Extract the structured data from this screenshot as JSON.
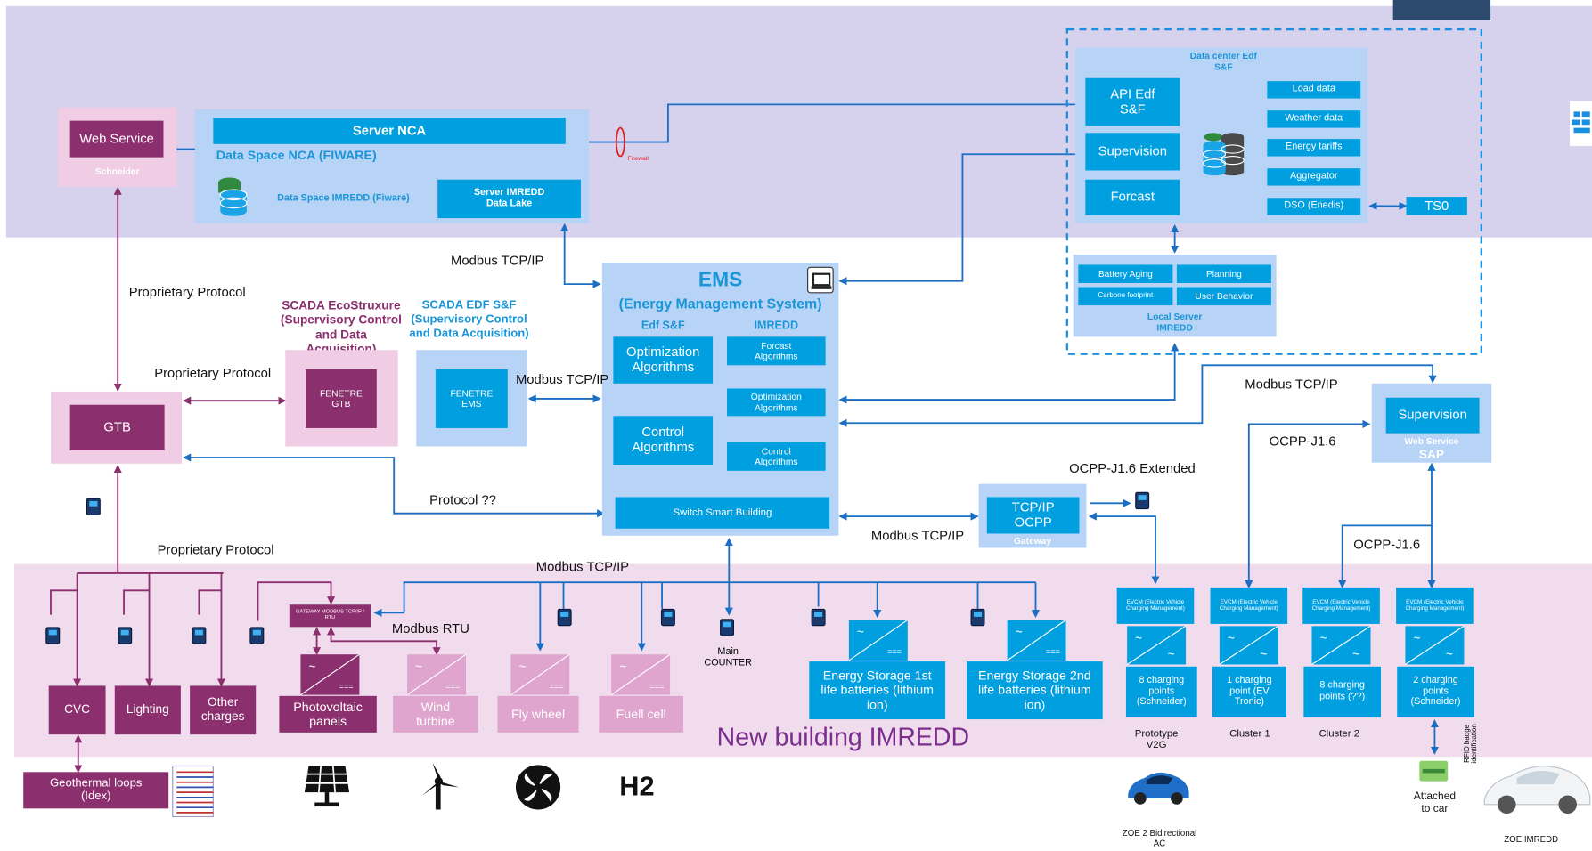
{
  "colors": {
    "top_band": "#d6d1ed",
    "bottom_band": "#f1dcee",
    "blue_box": "#009fe0",
    "purple_box": "#8c2f6e",
    "light_pink_box": "#dfa5cf",
    "blue_panel": "#b7d3f6",
    "blue_line": "#1a6fc4",
    "purple_line": "#8c2f6e",
    "firewall": "#e02020"
  },
  "web_service": {
    "title": "Web Service",
    "sub": "Schneider"
  },
  "server_nca": {
    "server_label": "Server NCA",
    "space_label": "Data Space NCA (FIWARE)",
    "imredd_space_label": "Data Space IMREDD (Fiware)",
    "imredd_server_label": "Server IMREDD Data Lake"
  },
  "firewall_label": "Firewall",
  "data_center": {
    "title": "Data center Edf S&F",
    "api": "API Edf S&F",
    "supervision": "Supervision",
    "forcast": "Forcast",
    "inputs": [
      "Load data",
      "Weather data",
      "Energy tariffs",
      "Aggregator",
      "DSO (Enedis)"
    ],
    "tso": "TS0"
  },
  "local_server": {
    "cells": [
      "Battery Aging",
      "Planning",
      "Carbone footprint",
      "User Behavior"
    ],
    "title": "Local Server IMREDD"
  },
  "ems": {
    "title": "EMS",
    "subtitle": "(Energy Management System)",
    "col1_title": "Edf S&F",
    "col2_title": "IMREDD",
    "optimization": "Optimization Algorithms",
    "control": "Control Algorithms",
    "forcast_algo": "Forcast Algorithms",
    "optimization_algo": "Optimization Algorithms",
    "control_algo": "Control Algorithms",
    "switch": "Switch Smart Building"
  },
  "scada_eco": {
    "title": "SCADA EcoStruxure (Supervisory Control and Data Acquisition)",
    "box": "FENETRE GTB"
  },
  "scada_edf": {
    "title": "SCADA EDF S&F (Supervisory Control and Data Acquisition)",
    "box": "FENETRE EMS"
  },
  "gtb": "GTB",
  "gateway": {
    "box": "TCP/IP OCPP",
    "sub": "Gateway"
  },
  "supervision_sap": {
    "box": "Supervision",
    "sub1": "Web Service",
    "sub2": "SAP"
  },
  "labels": {
    "modbus_top": "Modbus TCP/IP",
    "proprietary_1": "Proprietary Protocol",
    "proprietary_2": "Proprietary Protocol",
    "proprietary_3": "Proprietary Protocol",
    "modbus_fenetre": "Modbus TCP/IP",
    "protocol_q": "Protocol ??",
    "modbus_gateway": "Modbus TCP/IP",
    "modbus_bus": "Modbus TCP/IP",
    "modbus_right": "Modbus TCP/IP",
    "ocpp_ext": "OCPP-J1.6 Extended",
    "ocpp_1": "OCPP-J1.6",
    "ocpp_2": "OCPP-J1.6",
    "modbus_rtu": "Modbus RTU",
    "main_counter": "Main COUNTER",
    "new_building": "New building IMREDD"
  },
  "modbus_gateway_box": "GATEWAY MODBUS TCP/IP / RTU",
  "loads": [
    "CVC",
    "Lighting",
    "Other charges"
  ],
  "sources": {
    "pv": "Photovoltaic panels",
    "wind": "Wind turbine",
    "fly": "Fly wheel",
    "fuel": "Fuell cell"
  },
  "storage": [
    "Energy Storage 1st life batteries (lithium ion)",
    "Energy Storage 2nd life batteries (lithium ion)"
  ],
  "evcm": {
    "label": "EVCM (Electric Vehicle Charging Management)",
    "points": [
      "8 charging points (Schneider)",
      "1 charging point (EV Tronic)",
      "8 charging points (??)",
      "2 charging points (Schneider)"
    ],
    "captions": [
      "Prototype V2G",
      "Cluster 1",
      "Cluster 2"
    ]
  },
  "geothermal": "Geothermal loops (Idex)",
  "icons": {
    "h2": "H2"
  },
  "rfid": "RFID badge identification",
  "attached": "Attached to car",
  "zoe2": "ZOE 2 Bidirectional AC",
  "zoe_imredd": "ZOE IMREDD"
}
